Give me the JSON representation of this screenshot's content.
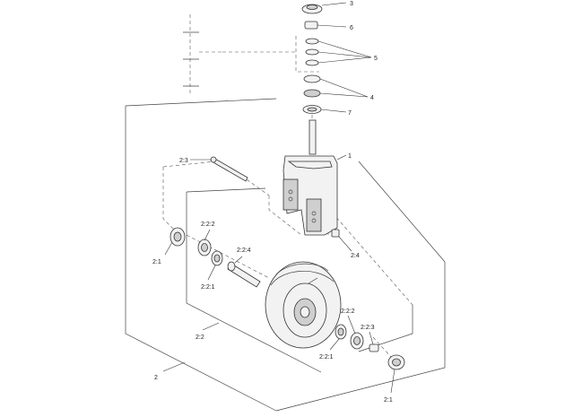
{
  "diagram": {
    "callouts": {
      "c3": "3",
      "c6": "6",
      "c5": "5",
      "c4": "4",
      "c7": "7",
      "c1": "1",
      "c23": "2:3",
      "c24_top": "2:4",
      "c222_left": "2:2:2",
      "c21_left": "2:1",
      "c24_mid": "2:2:4",
      "c221_left": "2:2:1",
      "c222_right": "2:2:2",
      "c223": "2:2:3",
      "c22": "2:2",
      "c221_right": "2:2:1",
      "c2": "2",
      "c21_right": "2:1"
    }
  }
}
